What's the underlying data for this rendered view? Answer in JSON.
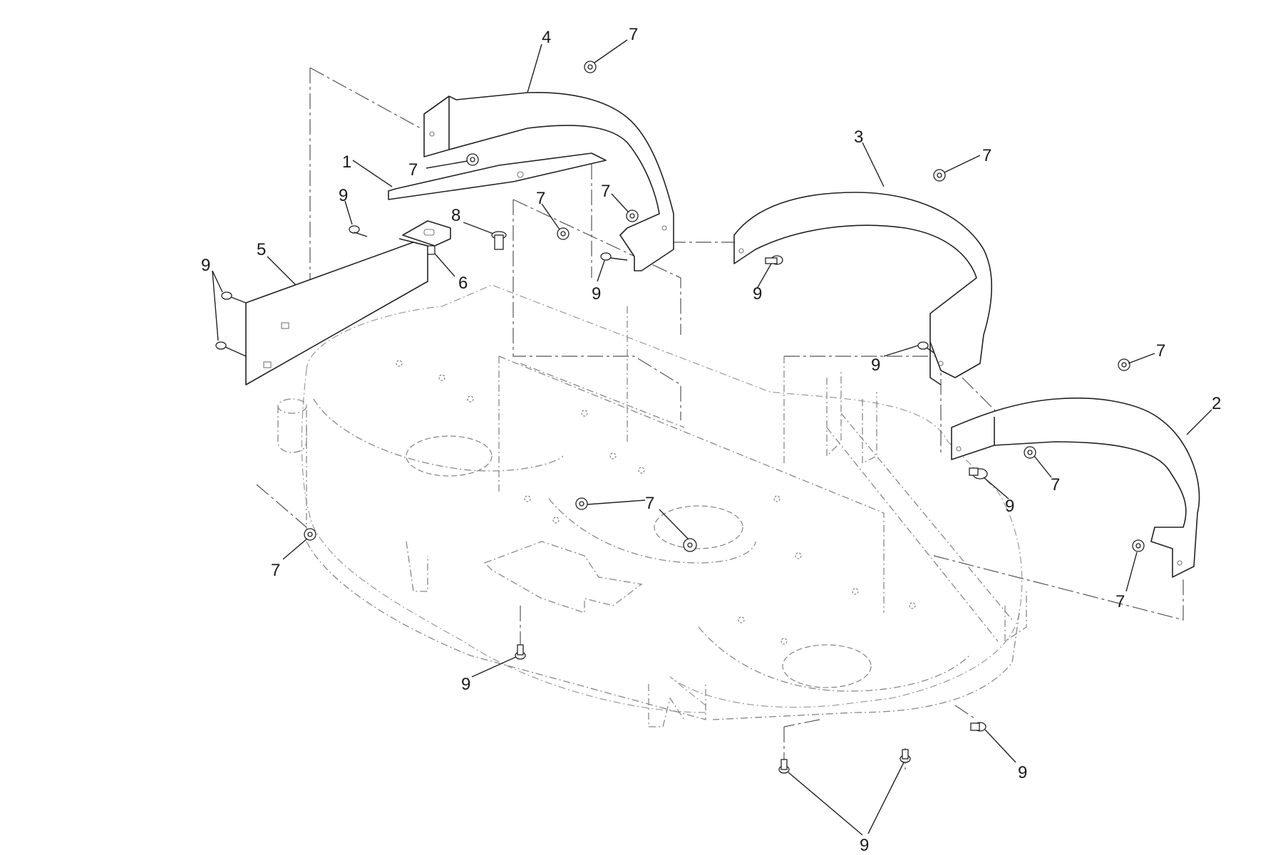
{
  "callouts": [
    {
      "id": "c4",
      "text": "4"
    },
    {
      "id": "c7a",
      "text": "7"
    },
    {
      "id": "c1",
      "text": "1"
    },
    {
      "id": "c7b",
      "text": "7"
    },
    {
      "id": "c9a",
      "text": "9"
    },
    {
      "id": "c8",
      "text": "8"
    },
    {
      "id": "c7c",
      "text": "7"
    },
    {
      "id": "c7d",
      "text": "7"
    },
    {
      "id": "c5",
      "text": "5"
    },
    {
      "id": "c9b",
      "text": "9"
    },
    {
      "id": "c6",
      "text": "6"
    },
    {
      "id": "c9c",
      "text": "9"
    },
    {
      "id": "c3",
      "text": "3"
    },
    {
      "id": "c7e",
      "text": "7"
    },
    {
      "id": "c9d",
      "text": "9"
    },
    {
      "id": "c9e",
      "text": "9"
    },
    {
      "id": "c7f",
      "text": "7"
    },
    {
      "id": "c2",
      "text": "2"
    },
    {
      "id": "c7g",
      "text": "7"
    },
    {
      "id": "c9f",
      "text": "9"
    },
    {
      "id": "c7h",
      "text": "7"
    },
    {
      "id": "c7i",
      "text": "7"
    },
    {
      "id": "c7j",
      "text": "7"
    },
    {
      "id": "c9g",
      "text": "9"
    },
    {
      "id": "c9h",
      "text": "9"
    },
    {
      "id": "c9i",
      "text": "9"
    }
  ],
  "colors": {
    "ink": "#222222",
    "ghost": "#888888",
    "paper": "#ffffff"
  }
}
